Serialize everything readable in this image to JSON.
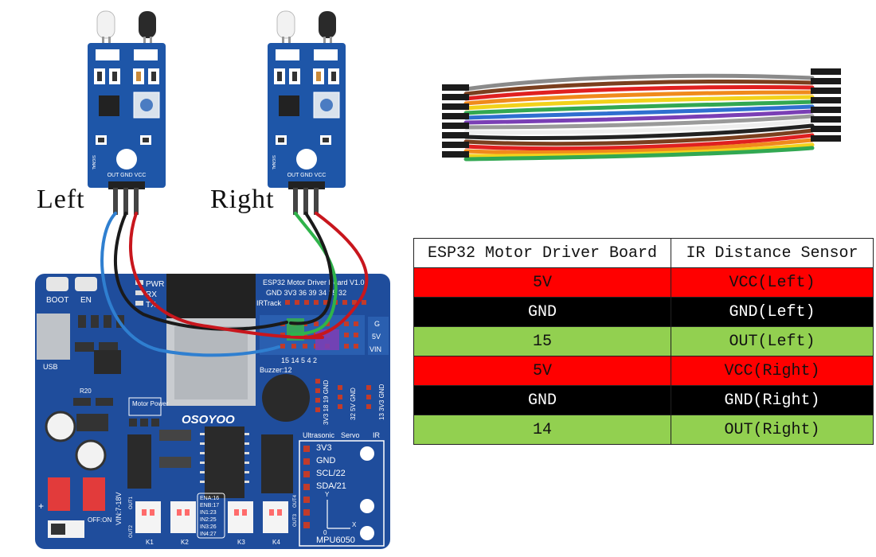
{
  "labels": {
    "left": "Left",
    "right": "Right"
  },
  "sensor": {
    "pins": "OUT GND VCC",
    "signal": "SIGNAL"
  },
  "board": {
    "boot": "BOOT",
    "en": "EN",
    "pwr": "PWR",
    "rx": "RX",
    "tx": "TX",
    "usb": "USB",
    "title": "ESP32 Motor Driver Board V1.0",
    "header_row": "GND 3V3 36 39 34 35 32",
    "irtrack": "IRTrack",
    "pin_numbers": "15 14 5 4 2",
    "g": "G",
    "v5": "5V",
    "vin": "VIN",
    "buzzer": "Buzzer:12",
    "r20": "R20",
    "motor_power": "Motor Power",
    "brand": "OSOYOO",
    "hdr_a": "3V3 18 19 GND",
    "hdr_b": "32 5V GND",
    "hdr_c": "13 3V3 GND",
    "ultrasonic": "Ultrasonic",
    "servo": "Servo",
    "ir": "IR",
    "mpu_3v3": "3V3",
    "mpu_gnd": "GND",
    "mpu_scl": "SCL/22",
    "mpu_sda": "SDA/21",
    "mpu_name": "MPU6050",
    "axis_y": "Y",
    "axis_x": "X",
    "axis_o": "0",
    "vin_range": "VIN:7-18V",
    "off_on": "OFF:ON",
    "plus": "+",
    "ena": "ENA:16",
    "enb": "ENB:17",
    "in1": "IN1:23",
    "in2": "IN2:25",
    "in3": "IN3:26",
    "in4": "IN4:27",
    "k1": "K1",
    "k2": "K2",
    "k3": "K3",
    "k4": "K4",
    "out1": "OUT1",
    "out2": "OUT2",
    "out3": "OUT3",
    "out4": "OUT4"
  },
  "table": {
    "headers": [
      "ESP32 Motor Driver Board",
      "IR Distance Sensor"
    ],
    "rows": [
      {
        "board": "5V",
        "sensor": "VCC(Left)",
        "color": "red"
      },
      {
        "board": "GND",
        "sensor": "GND(Left)",
        "color": "black"
      },
      {
        "board": "15",
        "sensor": "OUT(Left)",
        "color": "green"
      },
      {
        "board": "5V",
        "sensor": "VCC(Right)",
        "color": "red"
      },
      {
        "board": "GND",
        "sensor": "GND(Right)",
        "color": "black"
      },
      {
        "board": "14",
        "sensor": "OUT(Right)",
        "color": "green"
      }
    ]
  },
  "colors": {
    "board_blue": "#1f4d9c",
    "sensor_blue": "#1e56a8",
    "wire_red": "#c8161d",
    "wire_black": "#1a1a1a",
    "wire_green": "#2fb34a",
    "wire_blue": "#2f7fd0",
    "row_red": "#ff0000",
    "row_black": "#000000",
    "row_green": "#92d050"
  }
}
